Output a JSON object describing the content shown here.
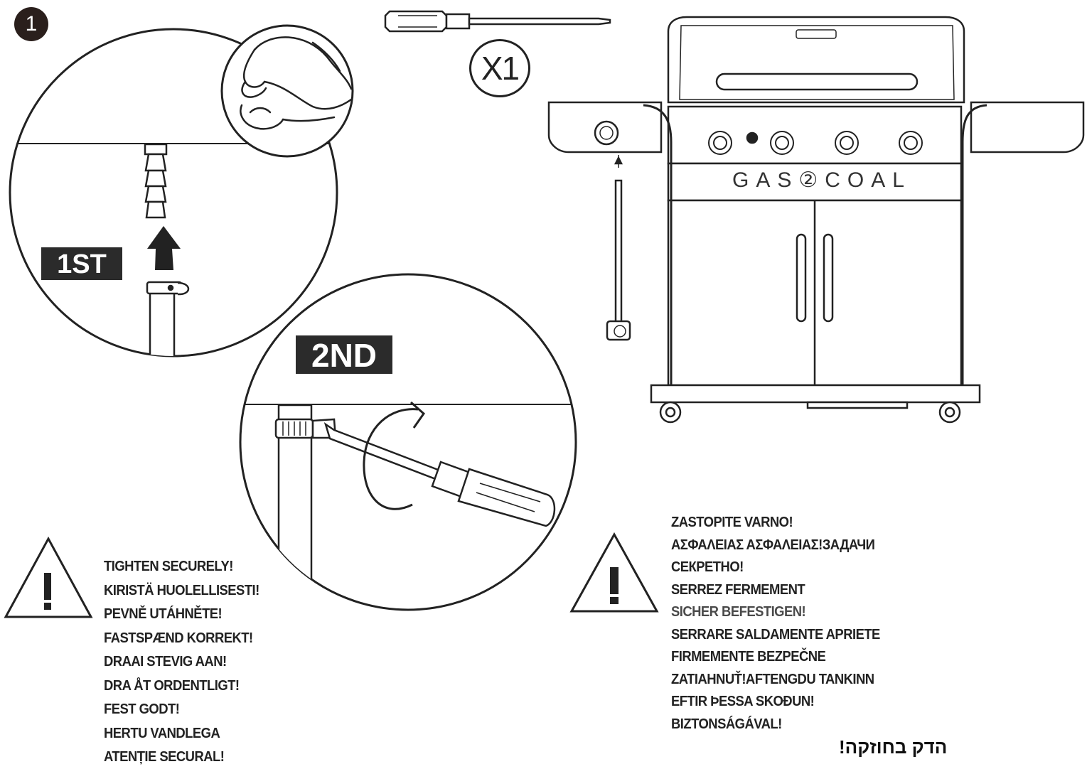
{
  "step_number": "1",
  "tags": {
    "first": "1ST",
    "second": "2ND"
  },
  "quantity": "X1",
  "grill_brand_text": "GAS②COAL",
  "icons": [
    "screwdriver-icon",
    "warning-triangle-icon",
    "hose-clamp-icon",
    "rotation-arrow-icon",
    "up-arrow-icon"
  ],
  "warnings_left": [
    "TIGHTEN SECURELY!",
    "KIRISTÄ HUOLELLISESTI!",
    "PEVNĚ UTÁHNĚTE!",
    "FASTSPÆND KORREKT!",
    "DRAAI STEVIG AAN!",
    "DRA ÅT ORDENTLIGT!",
    "FEST GODT!",
    "HERTU VANDLEGA",
    "ATENȚIE SECURAL!"
  ],
  "warnings_right": [
    "ZASTOPITE VARNO!",
    "ΑΣΦΑΛΕΙΑΣ ΑΣΦΑΛΕΙΑΣ!ЗАДАЧИ",
    "СЕКРЕТНО!",
    "SERREZ FERMEMENT",
    "SICHER BEFESTIGEN!",
    "SERRARE  SALDAMENTE APRIETE",
    "FIRMEMENTE BEZPEČNE",
    "ZATIAHNUŤ!AFTENGDU TANKINN",
    "EFTIR ÞESSA SKOÐUN!",
    "BIZTONSÁGÁVAL!"
  ],
  "hebrew_warning": "הדק בחוזקה!"
}
